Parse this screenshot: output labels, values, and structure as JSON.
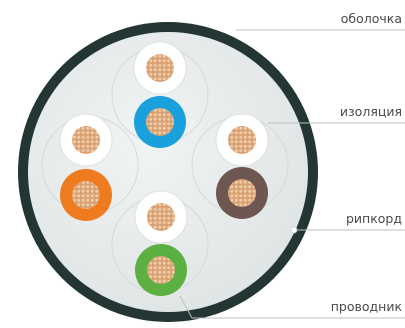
{
  "labels": {
    "sheath": "оболочка",
    "insulation": "изоляция",
    "ripcord": "рипкорд",
    "conductor": "проводник"
  },
  "colors": {
    "sheath": "#233634",
    "interior": "#e9eded",
    "copper": "#d9a173",
    "wire_white": "#ffffff",
    "wire_blue": "#1aa1dd",
    "wire_orange": "#ef7b1f",
    "wire_brown": "#6d5750",
    "wire_green": "#5bb041",
    "leader": "#bfbfbf",
    "label": "#4a4a4a"
  },
  "pairs": [
    {
      "name": "blue",
      "wires": [
        "white",
        "blue"
      ]
    },
    {
      "name": "orange",
      "wires": [
        "white",
        "orange"
      ]
    },
    {
      "name": "brown",
      "wires": [
        "white",
        "brown"
      ]
    },
    {
      "name": "green",
      "wires": [
        "white",
        "green"
      ]
    }
  ]
}
